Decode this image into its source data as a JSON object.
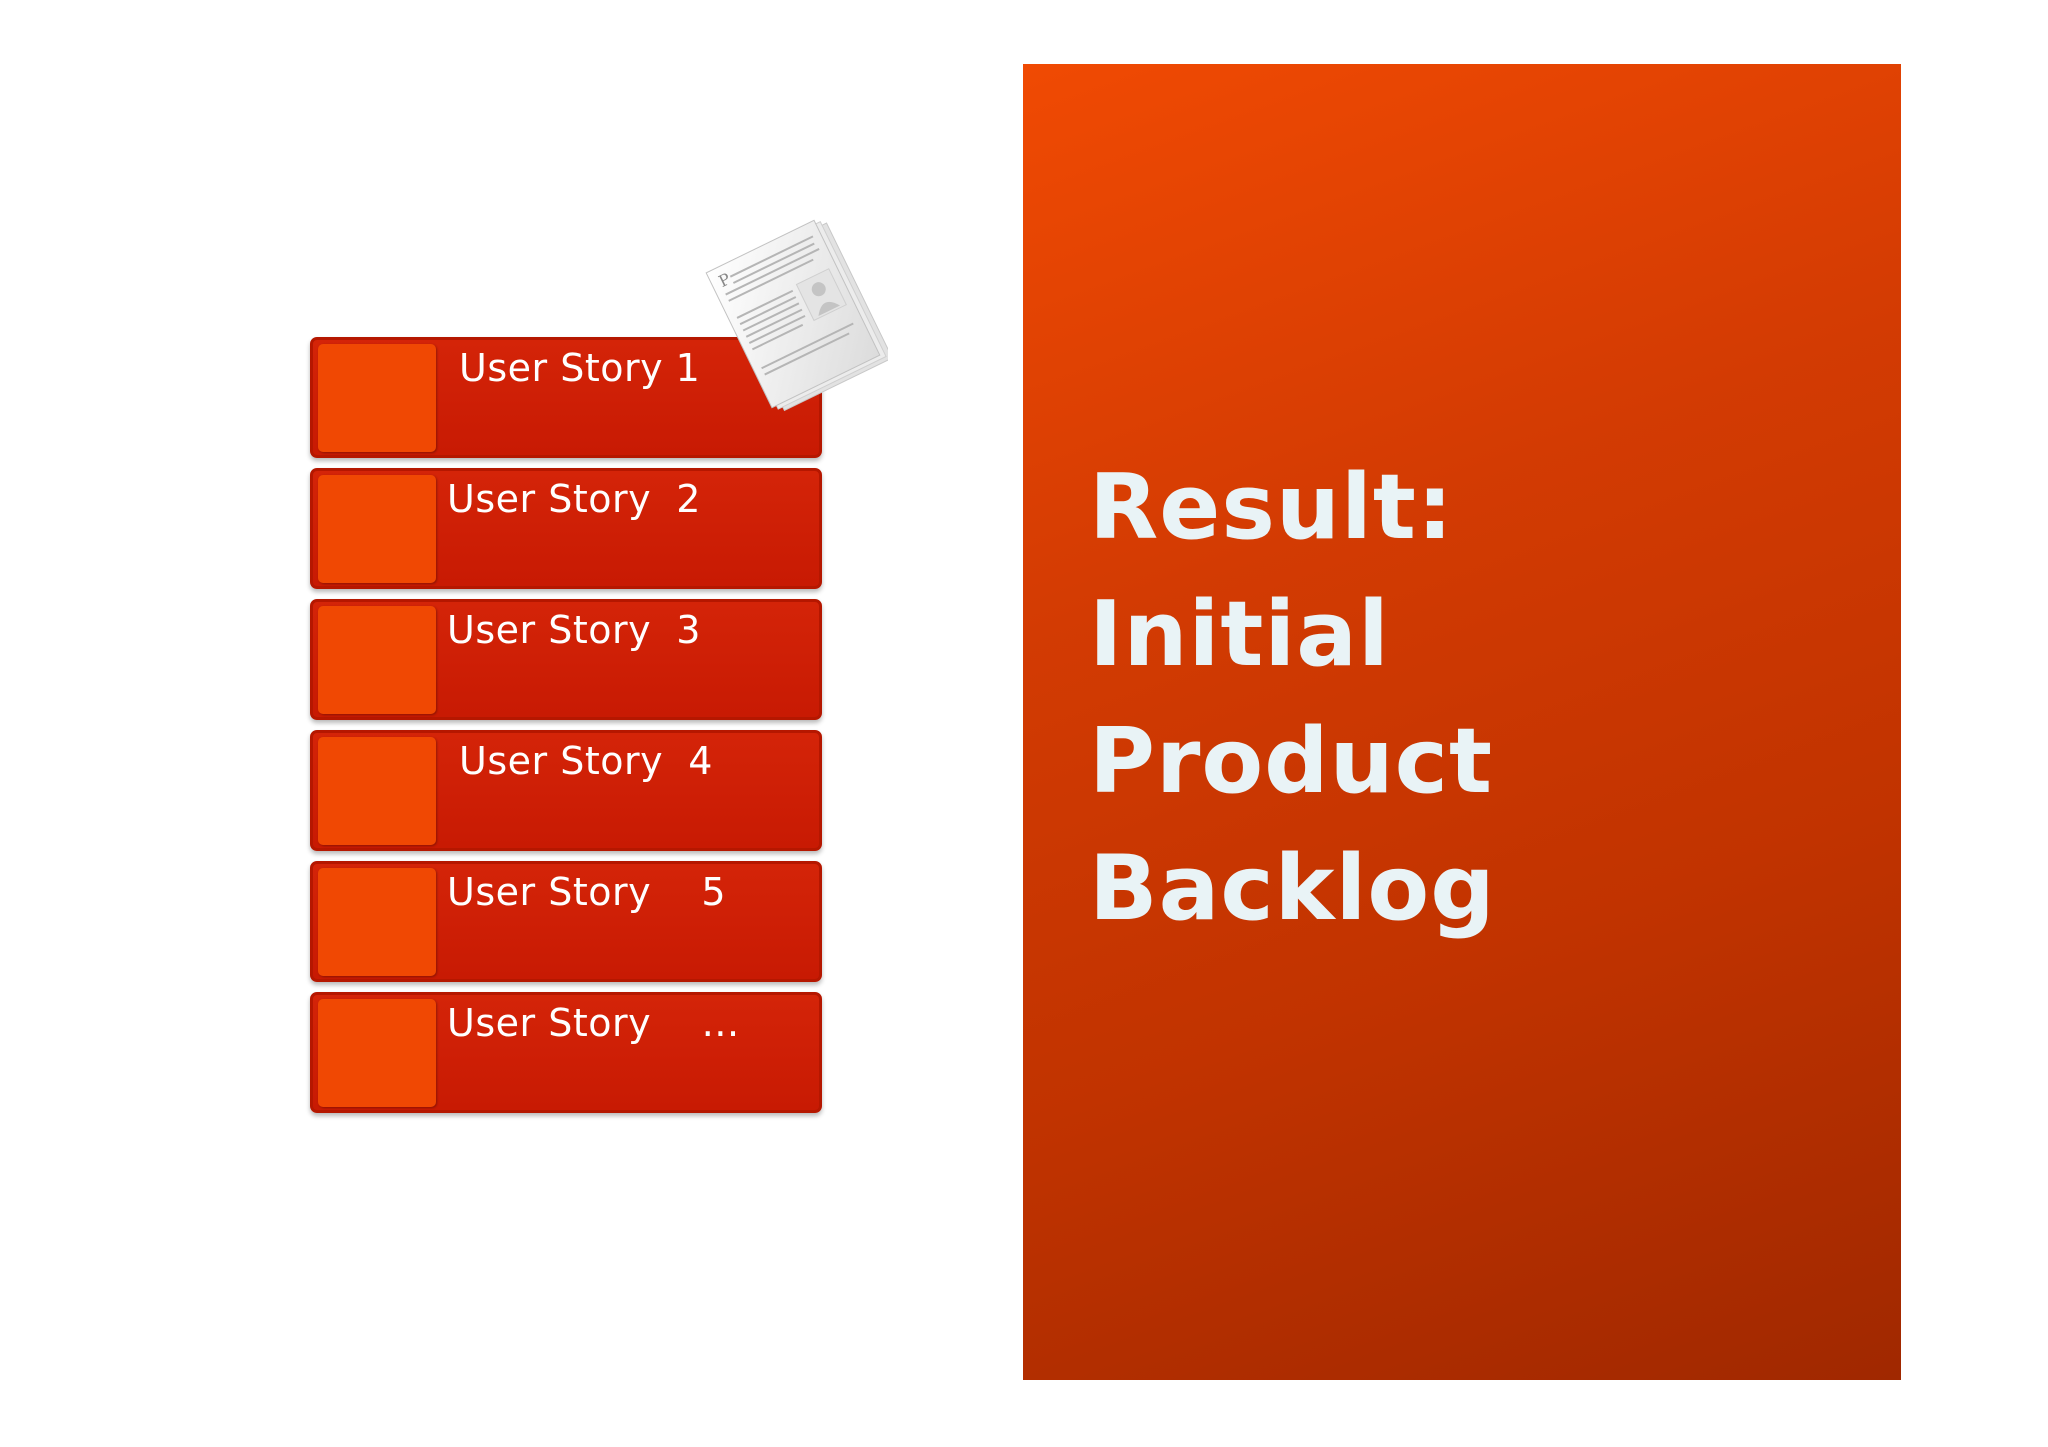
{
  "stories": [
    {
      "label": "User Story 1"
    },
    {
      "label": "User Story  2"
    },
    {
      "label": "User Story  3"
    },
    {
      "label": "User Story  4"
    },
    {
      "label": "User Story    5"
    },
    {
      "label": "User Story    …"
    }
  ],
  "result": {
    "lines": [
      "Result:",
      "Initial",
      "Product",
      "Backlog"
    ]
  },
  "colors": {
    "card": "#c81a03",
    "swatch": "#f04803",
    "panel_start": "#f04a03",
    "panel_end": "#a02800",
    "title_text": "#e9f3f6"
  },
  "icons": {
    "document": "document-stack-icon"
  }
}
